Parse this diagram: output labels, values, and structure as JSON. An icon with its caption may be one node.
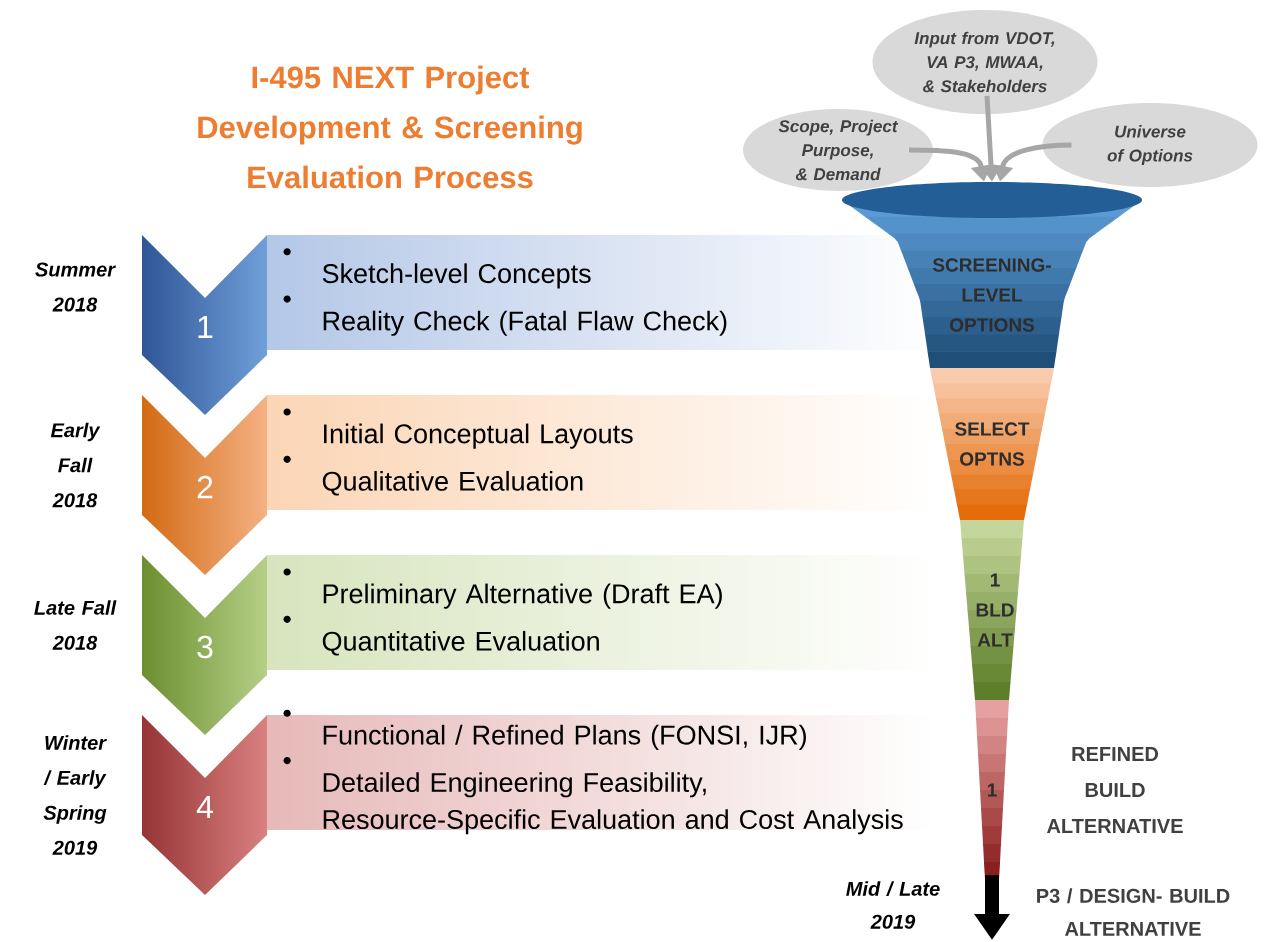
{
  "diagram": {
    "title": "I-495 NEXT Project Development & Screening Evaluation Process",
    "nodes": [
      {
        "text": [
          "1"
        ],
        "beside": [
          "Summer 2018"
        ]
      },
      {
        "text": [
          "Sketch-level Concepts",
          "Reality Check (Fatal Flaw Check)"
        ]
      },
      {
        "text": [
          "2"
        ],
        "beside": [
          "Early Fall 2018"
        ]
      },
      {
        "text": [
          "Initial Conceptual Layouts",
          "Qualitative Evaluation"
        ]
      },
      {
        "text": [
          "3"
        ],
        "beside": [
          "Late Fall 2018"
        ]
      },
      {
        "text": [
          "Preliminary Alternative (Draft EA)",
          "Quantitative Evaluation"
        ]
      },
      {
        "text": [
          "4"
        ],
        "beside": [
          "Winter / Early Spring 2019"
        ]
      },
      {
        "text": [
          "Functional / Refined Plans (FONSI, IJR)",
          "Detailed Engineering Feasibility, Resource-Specific Evaluation and Cost Analysis"
        ]
      },
      {
        "text": [
          "Scope, Project Purpose, & Demand"
        ]
      },
      {
        "text": [
          "Input from VDOT, VA P3, MWAA, & Stakeholders"
        ]
      },
      {
        "text": [
          "Universe of Options"
        ]
      },
      {
        "text": [
          "SCREENING- LEVEL OPTIONS"
        ]
      },
      {
        "text": [
          "SELECT OPTNS"
        ]
      },
      {
        "text": [
          "1 BLD ALT"
        ]
      },
      {
        "text": [
          "1"
        ],
        "beside": [
          "REFINED BUILD ALTERNATIVE"
        ]
      }
    ],
    "edges": [
      {
        "from": 8,
        "to": 11,
        "arrow": "to"
      },
      {
        "from": 9,
        "to": 11,
        "arrow": "to"
      },
      {
        "from": 10,
        "to": 11,
        "arrow": "to"
      },
      {
        "from": 14,
        "to": null,
        "arrow": "to",
        "style": "thick",
        "color": "#000000"
      }
    ],
    "labels": [
      "Mid / Late 2019",
      "P3 / DESIGN- BUILD ALTERNATIVE"
    ]
  }
}
